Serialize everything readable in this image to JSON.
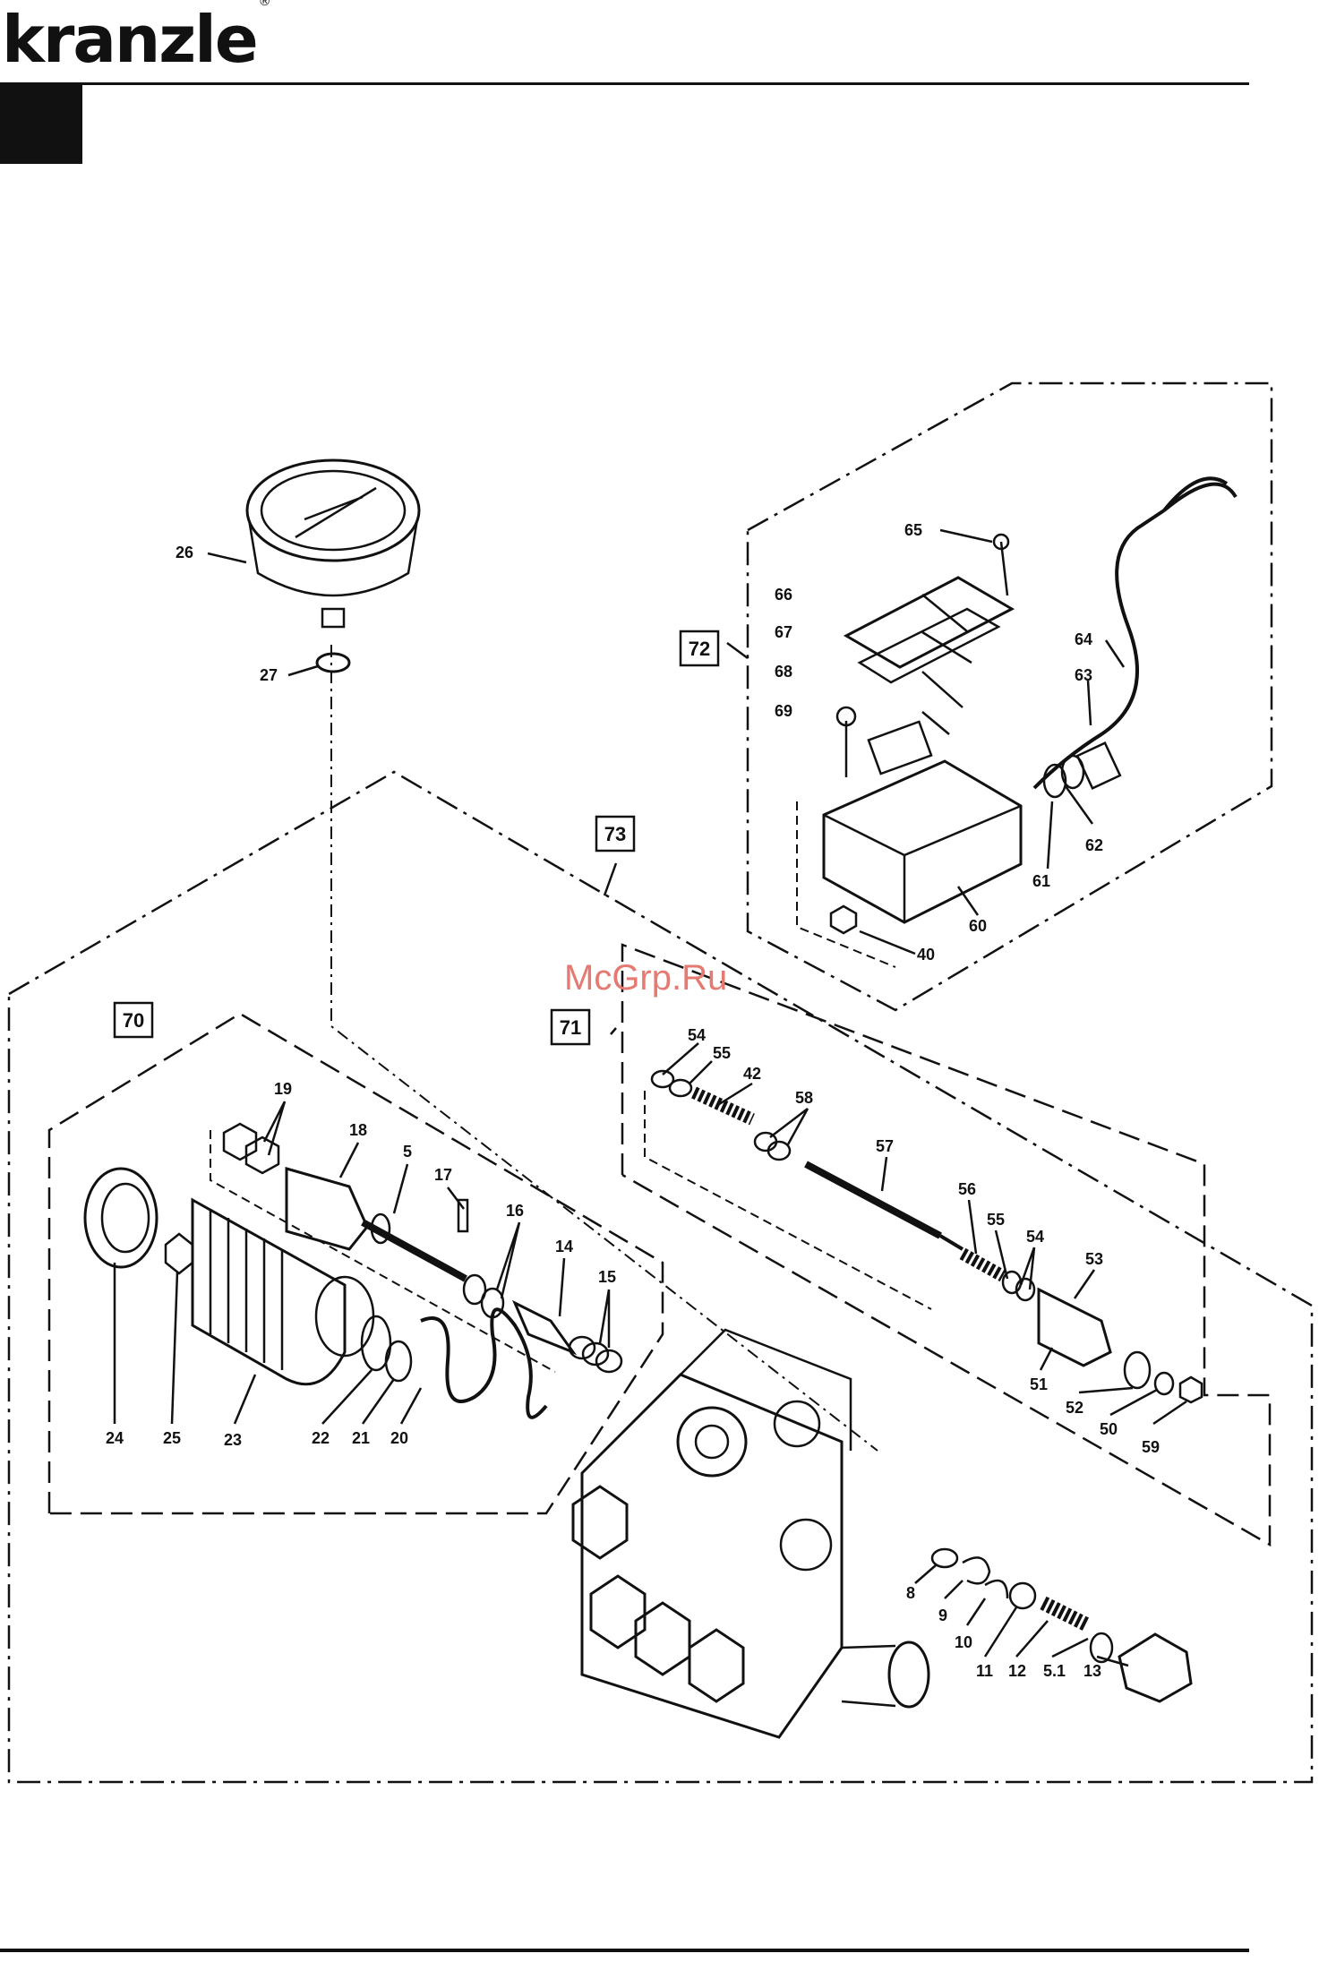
{
  "brand": {
    "name": "kranzle",
    "reg": "®"
  },
  "watermark": "McGrp.Ru",
  "group_labels": [
    "70",
    "71",
    "72",
    "73"
  ],
  "part_labels": {
    "p26": "26",
    "p27": "27",
    "p65": "65",
    "p66": "66",
    "p67": "67",
    "p68": "68",
    "p69": "69",
    "p64": "64",
    "p63": "63",
    "p62": "62",
    "p61": "61",
    "p60": "60",
    "p40": "40",
    "p54a": "54",
    "p55a": "55",
    "p42": "42",
    "p58": "58",
    "p57": "57",
    "p56": "56",
    "p55b": "55",
    "p54b": "54",
    "p53": "53",
    "p51": "51",
    "p52": "52",
    "p50": "50",
    "p59": "59",
    "p19": "19",
    "p18": "18",
    "p5": "5",
    "p17": "17",
    "p16": "16",
    "p14": "14",
    "p15": "15",
    "p24": "24",
    "p25": "25",
    "p23": "23",
    "p22": "22",
    "p21": "21",
    "p20": "20",
    "p8": "8",
    "p9": "9",
    "p10": "10",
    "p11": "11",
    "p12": "12",
    "p51b": "5.1",
    "p13": "13"
  }
}
